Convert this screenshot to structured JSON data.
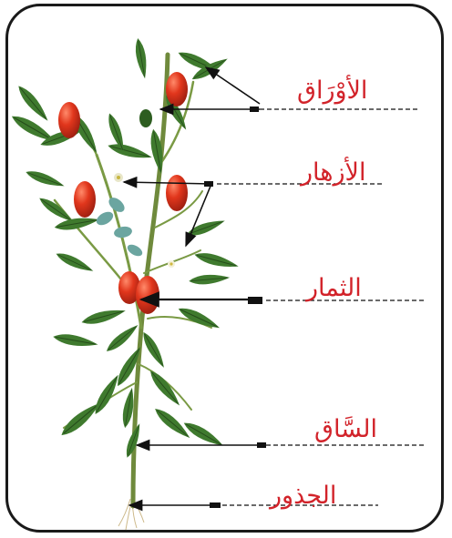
{
  "labels": {
    "leaves": "الأوْرَاق",
    "flowers": "الأزهار",
    "fruits": "الثمار",
    "stem": "السَّاق",
    "roots": "الجذور"
  },
  "colors": {
    "label_text": "#d2232a",
    "arrow": "#111111",
    "dash": "#222222",
    "leaf": "#3f7a2e",
    "leaf_light": "#6aa84f",
    "fruit": "#e1361c",
    "stem": "#6f8a3c",
    "frame": "#1a1a1a"
  }
}
